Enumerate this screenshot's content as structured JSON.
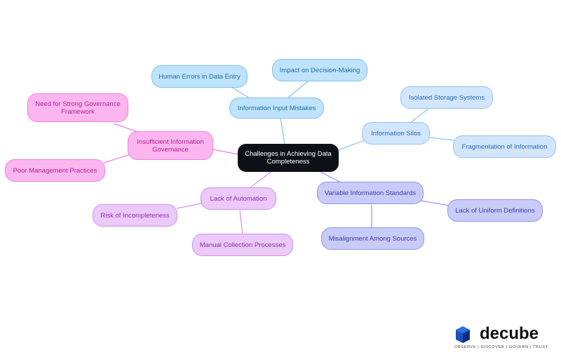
{
  "diagram": {
    "center": "Challenges in Achieving Data Completeness",
    "branches": {
      "input_mistakes": {
        "label": "Information Input Mistakes",
        "children": [
          "Human Errors in Data Entry",
          "Impact on Decision-Making"
        ]
      },
      "silos": {
        "label": "Information Silos",
        "children": [
          "Isolated Storage Systems",
          "Fragmentation of Information"
        ]
      },
      "standards": {
        "label": "Variable Information Standards",
        "children": [
          "Lack of Uniform Definitions",
          "Misalignment Among Sources"
        ]
      },
      "automation": {
        "label": "Lack of Automation",
        "children": [
          "Risk of Incompleteness",
          "Manual Collection Processes"
        ]
      },
      "governance": {
        "label": "Insufficient Information Governance",
        "children": [
          "Need for Strong Governance Framework",
          "Poor Management Practices"
        ]
      }
    },
    "colors": {
      "center": "#0d1117",
      "input_mistakes": "#bfe3fb",
      "silos": "#d2e6fb",
      "standards": "#c8cbf8",
      "automation": "#ebc9f8",
      "governance": "#fcb6ef"
    }
  },
  "logo": {
    "wordmark": "decube",
    "tagline": "OBSERVE | DISCOVER | GOVERN | TRUST"
  }
}
